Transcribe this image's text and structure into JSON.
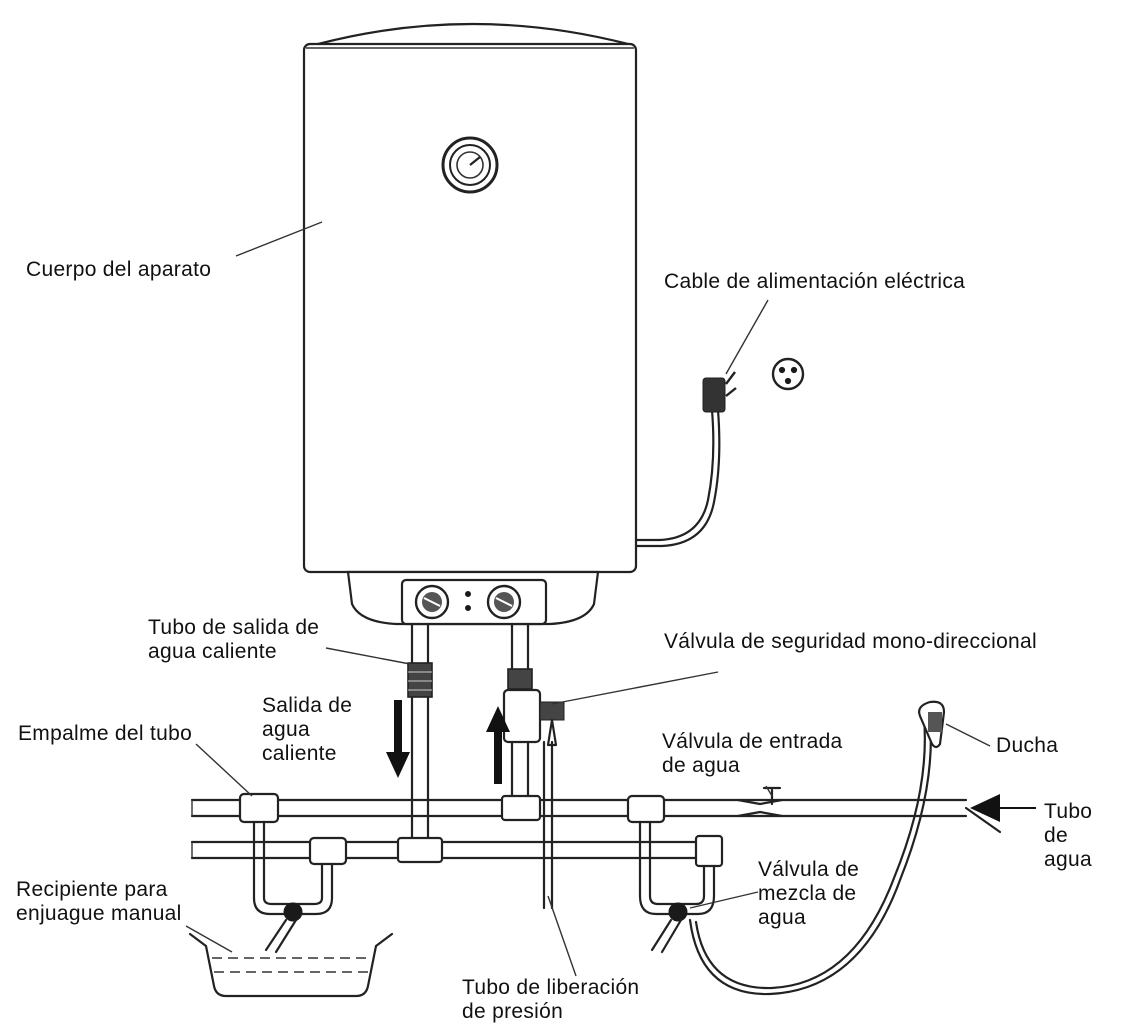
{
  "labels": {
    "cuerpo": "Cuerpo del aparato",
    "cable": "Cable de alimentación eléctrica",
    "tubo_salida": "Tubo de salida de\nagua caliente",
    "valvula_seguridad": "Válvula de seguridad mono-direccional",
    "salida_agua": "Salida de\nagua\ncaliente",
    "empalme": "Empalme del tubo",
    "valvula_entrada": "Válvula de entrada\nde agua",
    "ducha": "Ducha",
    "tubo_agua": "Tubo\nde\nagua",
    "recipiente": "Recipiente para\nenjuague manual",
    "valvula_mezcla": "Válvula de\nmezcla de\nagua",
    "tubo_liberacion": "Tubo de liberación\nde presión"
  }
}
